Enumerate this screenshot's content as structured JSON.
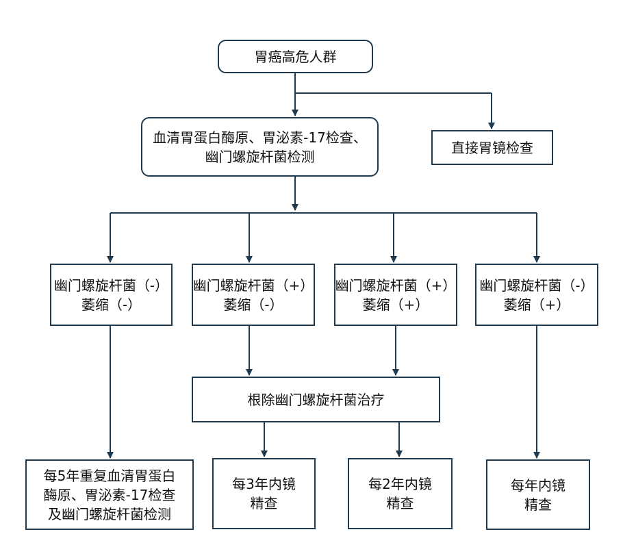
{
  "nodes": {
    "root": {
      "lines": [
        "胃癌高危人群"
      ]
    },
    "screening": {
      "lines": [
        "血清胃蛋白酶原、胃泌素-17检查、",
        "幽门螺旋杆菌检测"
      ]
    },
    "direct": {
      "lines": [
        "直接胃镜检查"
      ]
    },
    "hp_neg_atrophy_neg": {
      "lines": [
        "幽门螺旋杆菌（-）",
        "萎缩（-）"
      ]
    },
    "hp_pos_atrophy_neg": {
      "lines": [
        "幽门螺旋杆菌（+）",
        "萎缩（-）"
      ]
    },
    "hp_pos_atrophy_pos": {
      "lines": [
        "幽门螺旋杆菌（+）",
        "萎缩（+）"
      ]
    },
    "hp_neg_atrophy_pos": {
      "lines": [
        "幽门螺旋杆菌（-）",
        "萎缩（+）"
      ]
    },
    "eradication": {
      "lines": [
        "根除幽门螺旋杆菌治疗"
      ]
    },
    "every5": {
      "lines": [
        "每5年重复血清胃蛋白",
        "酶原、胃泌素-17检查",
        "及幽门螺旋杆菌检测"
      ]
    },
    "every3": {
      "lines": [
        "每3年内镜",
        "精查"
      ]
    },
    "every2": {
      "lines": [
        "每2年内镜",
        "精查"
      ]
    },
    "every1": {
      "lines": [
        "每年内镜",
        "精查"
      ]
    }
  },
  "colors": {
    "stroke": "#1f3a4f"
  }
}
